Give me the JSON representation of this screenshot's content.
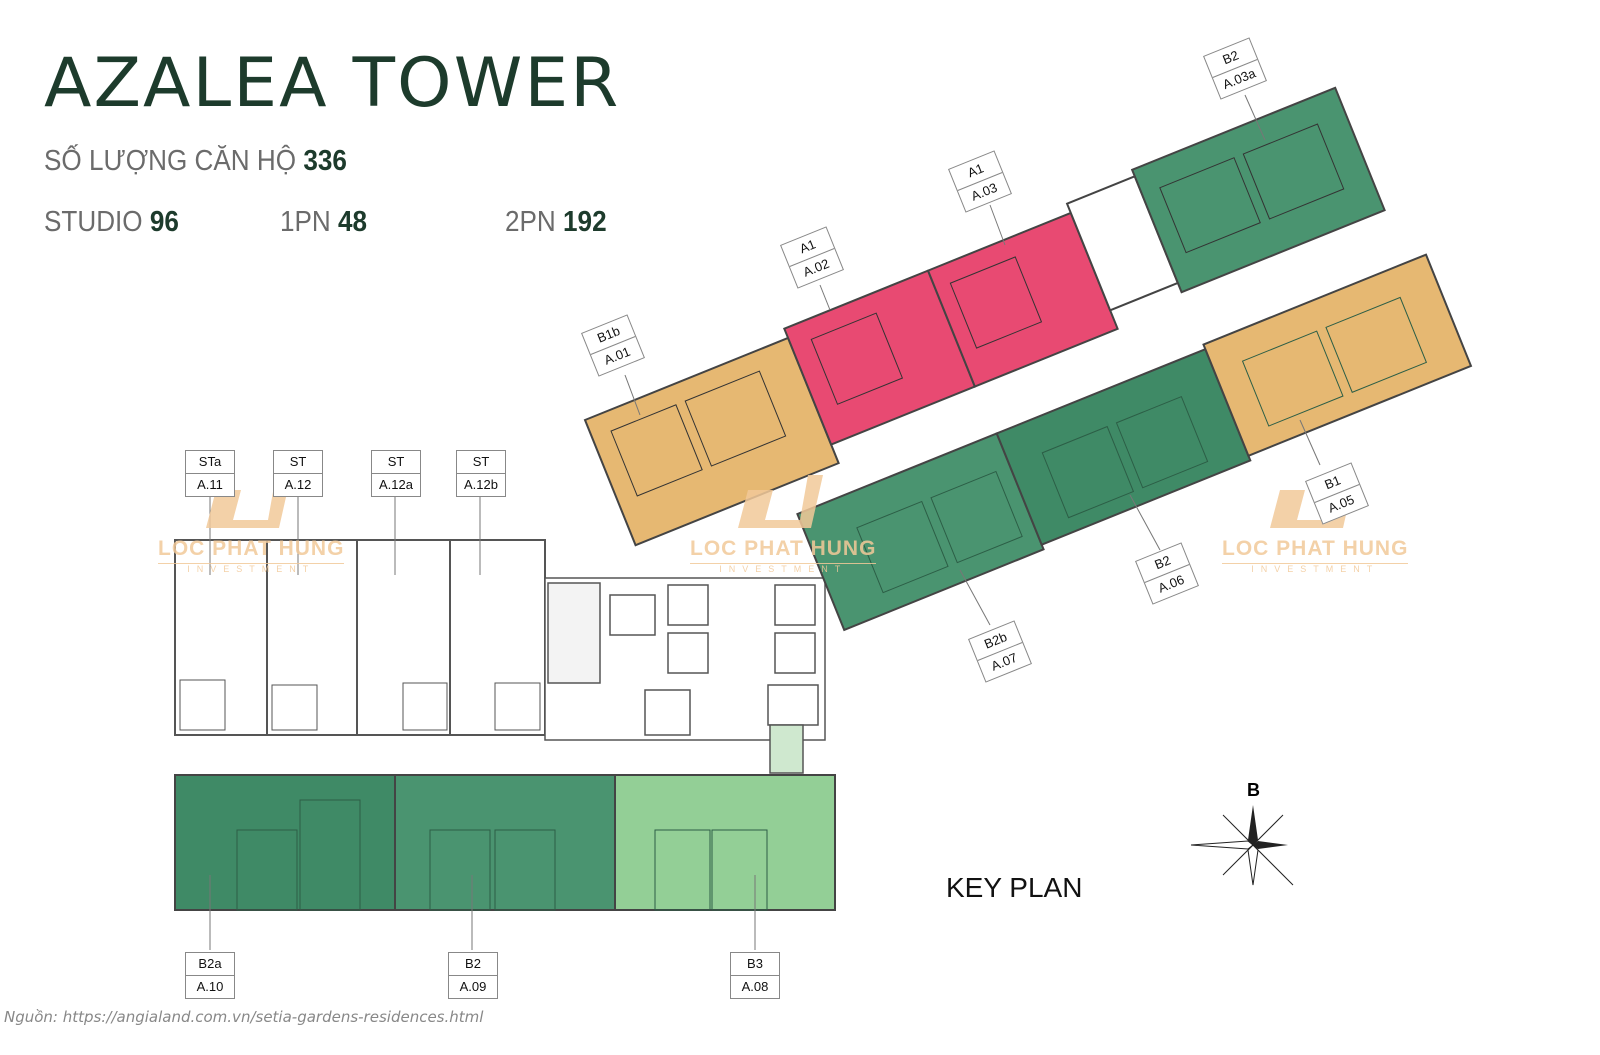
{
  "header": {
    "title": "AZALEA TOWER",
    "total_label": "SỐ LƯỢNG CĂN HỘ",
    "total_value": "336",
    "studio_label": "STUDIO",
    "studio_value": "96",
    "onebr_label": "1PN",
    "onebr_value": "48",
    "twobr_label": "2PN",
    "twobr_value": "192"
  },
  "units": [
    {
      "type": "STa",
      "code": "A.11"
    },
    {
      "type": "ST",
      "code": "A.12"
    },
    {
      "type": "ST",
      "code": "A.12a"
    },
    {
      "type": "ST",
      "code": "A.12b"
    },
    {
      "type": "B1b",
      "code": "A.01"
    },
    {
      "type": "A1",
      "code": "A.02"
    },
    {
      "type": "A1",
      "code": "A.03"
    },
    {
      "type": "B2",
      "code": "A.03a"
    },
    {
      "type": "B1",
      "code": "A.05"
    },
    {
      "type": "B2",
      "code": "A.06"
    },
    {
      "type": "B2b",
      "code": "A.07"
    },
    {
      "type": "B2a",
      "code": "A.10"
    },
    {
      "type": "B2",
      "code": "A.09"
    },
    {
      "type": "B3",
      "code": "A.08"
    }
  ],
  "watermark": {
    "name": "LOC PHAT HUNG",
    "sub": "INVESTMENT"
  },
  "compass": {
    "label": "B"
  },
  "key_plan": "KEY PLAN",
  "source": "Nguồn: https://angialand.com.vn/setia-gardens-residences.html",
  "colors": {
    "dark_green": "#4e9a78",
    "green": "#3f8a66",
    "light_green": "#93cf96",
    "tan": "#e6b872",
    "pink": "#e84a72",
    "title": "#1d3b2c"
  }
}
